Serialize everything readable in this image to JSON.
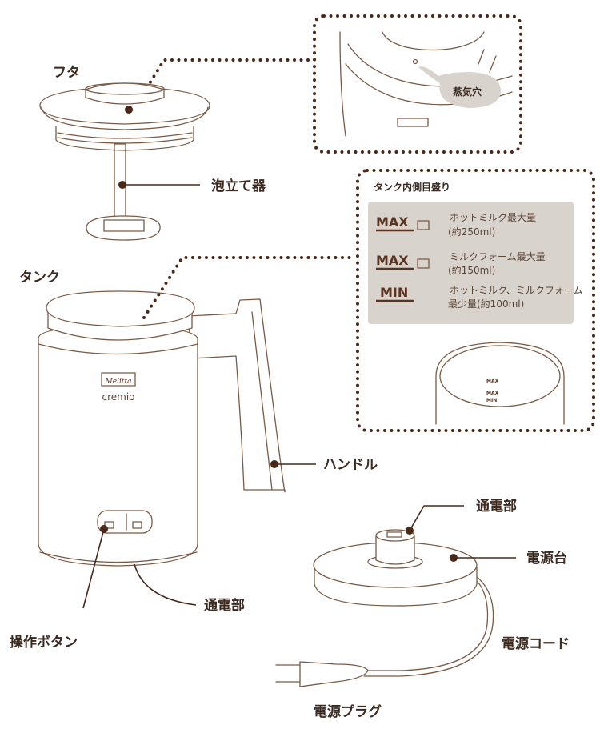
{
  "labels": {
    "lid": "フタ",
    "whisk": "泡立て器",
    "tank": "タンク",
    "handle": "ハンドル",
    "contact_tank": "通電部",
    "button": "操作ボタン",
    "contact_base": "通電部",
    "base": "電源台",
    "cord": "電源コード",
    "plug": "電源プラグ",
    "steam_hole": "蒸気穴"
  },
  "tank_device": {
    "brand_logo": "Melitta",
    "model": "cremio"
  },
  "gauge_panel": {
    "title": "タンク内側目盛り",
    "rows": [
      {
        "mark": "MAX",
        "icon": "hot-milk-cup-icon",
        "line1": "ホットミルク最大量",
        "line2": "(約250ml)"
      },
      {
        "mark": "MAX",
        "icon": "milk-foam-cup-icon",
        "line1": "ミルクフォーム最大量",
        "line2": "(約150ml)"
      },
      {
        "mark": "MIN",
        "icon": "",
        "line1": "ホットミルク、ミルクフォーム",
        "line2": "最少量(約100ml)"
      }
    ],
    "inset_marks": [
      "MAX",
      "MAX",
      "MIN"
    ]
  },
  "colors": {
    "line": "#7a5a44",
    "accent": "#4a2818",
    "panel": "#d9d3ce"
  }
}
